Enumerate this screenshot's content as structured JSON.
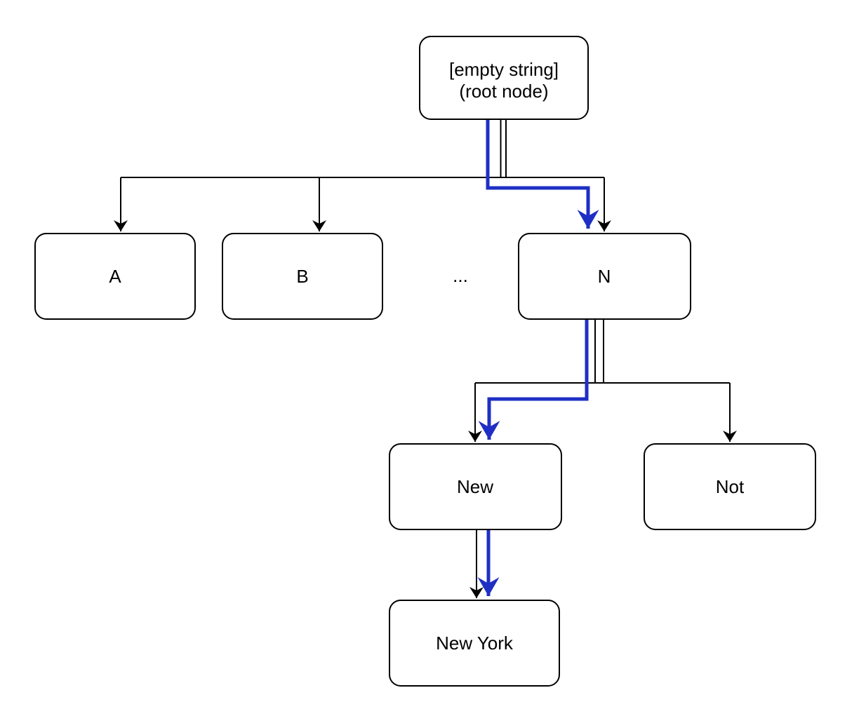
{
  "colors": {
    "background": "#ffffff",
    "edge": "#000000",
    "highlight": "#1f2fc4",
    "node_fill": "#ffffff",
    "node_border": "#000000",
    "text": "#000000"
  },
  "nodes": {
    "root": {
      "line1": "[empty string]",
      "line2": "(root node)"
    },
    "a": {
      "label": "A"
    },
    "b": {
      "label": "B"
    },
    "ellipsis": {
      "label": "..."
    },
    "n": {
      "label": "N"
    },
    "new": {
      "label": "New"
    },
    "not": {
      "label": "Not"
    },
    "new_york": {
      "label": "New York"
    }
  },
  "edges": [
    {
      "from": "root",
      "to": "A",
      "highlighted": false
    },
    {
      "from": "root",
      "to": "B",
      "highlighted": false
    },
    {
      "from": "root",
      "to": "N",
      "highlighted": true
    },
    {
      "from": "N",
      "to": "New",
      "highlighted": true
    },
    {
      "from": "N",
      "to": "Not",
      "highlighted": false
    },
    {
      "from": "New",
      "to": "New York",
      "highlighted": true
    }
  ],
  "highlighted_path": [
    "root",
    "N",
    "New",
    "New York"
  ]
}
